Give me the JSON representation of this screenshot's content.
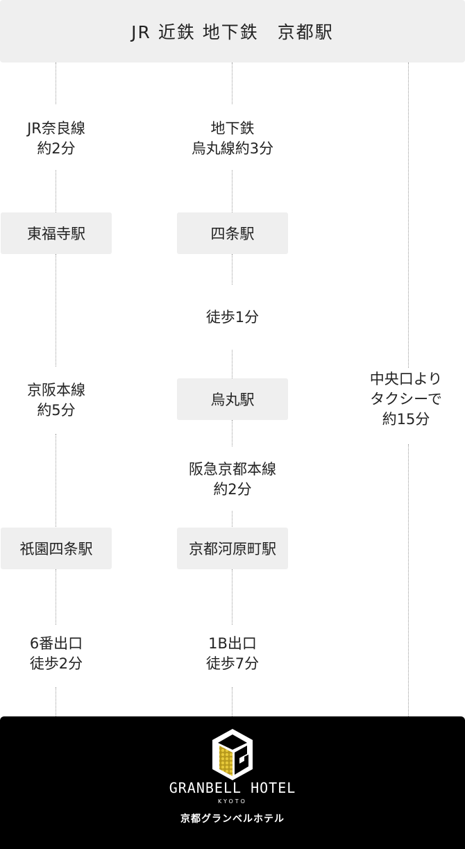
{
  "header": {
    "title": "JR 近鉄 地下鉄　京都駅"
  },
  "left": {
    "seg1": [
      "JR奈良線",
      "約2分"
    ],
    "station1": "東福寺駅",
    "seg2": [
      "京阪本線",
      "約5分"
    ],
    "station2": "祇園四条駅",
    "seg3": [
      "6番出口",
      "徒歩2分"
    ]
  },
  "center": {
    "seg1": [
      "地下鉄",
      "烏丸線約3分"
    ],
    "station1": "四条駅",
    "seg2": [
      "徒歩1分"
    ],
    "station2": "烏丸駅",
    "seg3": [
      "阪急京都本線",
      "約2分"
    ],
    "station3": "京都河原町駅",
    "seg4": [
      "1B出口",
      "徒歩7分"
    ]
  },
  "right": {
    "seg1": [
      "中央口より",
      "タクシーで",
      "約15分"
    ]
  },
  "footer": {
    "brand": "GRANBELL HOTEL",
    "city": "KYOTO",
    "brand_jp": "京都グランベルホテル",
    "logo_icon": "granbell-g-logo-icon"
  }
}
